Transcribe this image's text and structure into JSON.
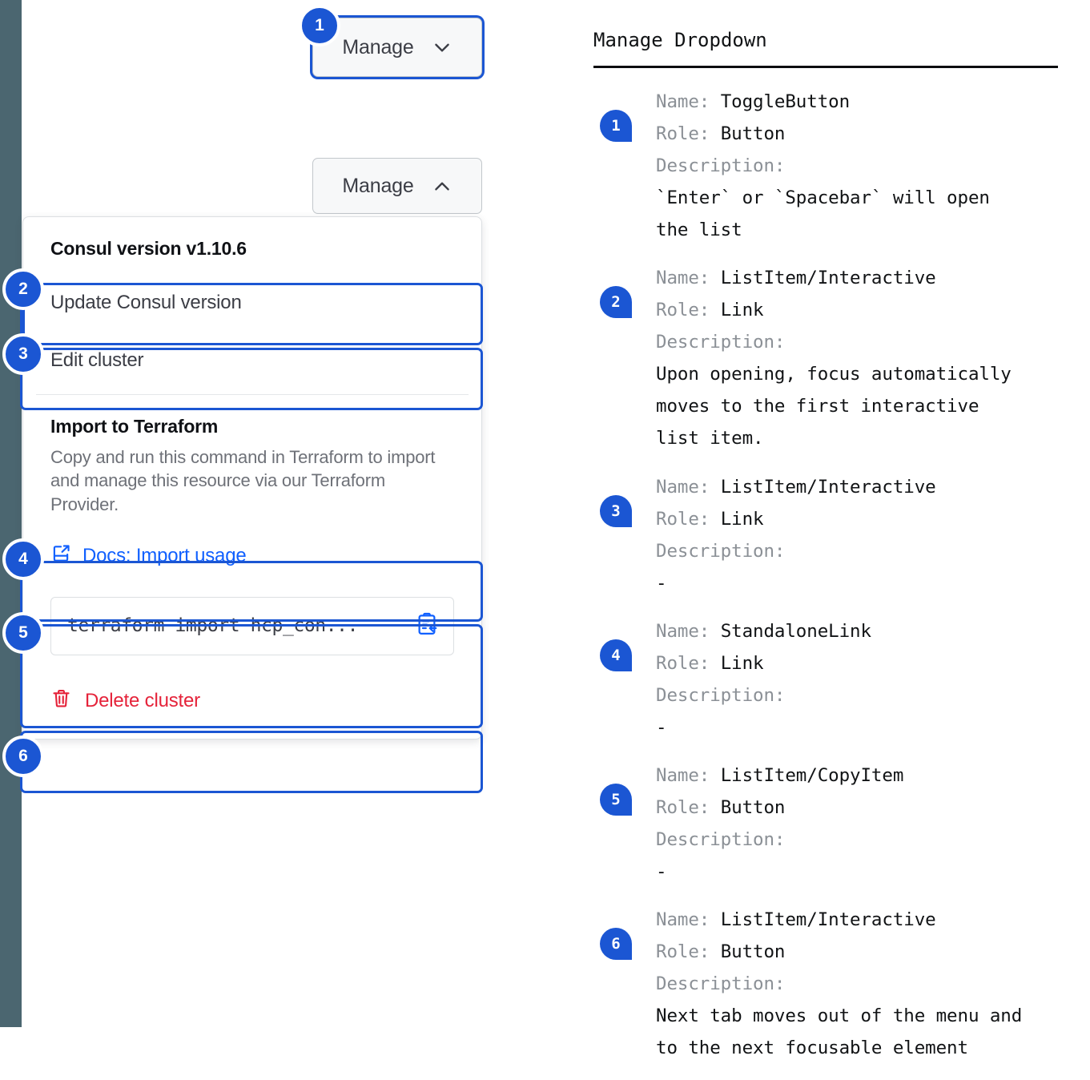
{
  "left_rail": {
    "color": "#4b6670"
  },
  "accent": {
    "blue": "#1b56d3",
    "link_blue": "#1060ff",
    "danger_red": "#e5233a"
  },
  "toggle_buttons": {
    "focused": {
      "label": "Manage",
      "icon": "chevron-down-icon",
      "badge": "1"
    },
    "open": {
      "label": "Manage",
      "icon": "chevron-up-icon"
    }
  },
  "dropdown": {
    "header": "Consul version v1.10.6",
    "items": [
      {
        "badge": "2",
        "label": "Update Consul version"
      },
      {
        "badge": "3",
        "label": "Edit cluster"
      }
    ],
    "terraform": {
      "title": "Import to Terraform",
      "description": "Copy and run this command in Terraform to import and manage this resource via our Terraform Provider.",
      "docs_link": {
        "badge": "4",
        "label": "Docs: Import usage",
        "icon": "docs-external-link-icon"
      },
      "copy_row": {
        "badge": "5",
        "command": "terraform import hcp_con...",
        "icon": "copy-clipboard-icon"
      }
    },
    "delete": {
      "badge": "6",
      "label": "Delete cluster",
      "icon": "trash-icon"
    }
  },
  "annotations": {
    "title": "Manage Dropdown",
    "labels": {
      "name": "Name:",
      "role": "Role:",
      "description": "Description:"
    },
    "entries": [
      {
        "badge": "1",
        "name": "ToggleButton",
        "role": "Button",
        "description": "`Enter` or `Spacebar` will open\nthe list"
      },
      {
        "badge": "2",
        "name": "ListItem/Interactive",
        "role": "Link",
        "description": "Upon opening, focus automatically\nmoves to the first interactive\nlist item."
      },
      {
        "badge": "3",
        "name": "ListItem/Interactive",
        "role": "Link",
        "description": "-"
      },
      {
        "badge": "4",
        "name": "StandaloneLink",
        "role": "Link",
        "description": "-"
      },
      {
        "badge": "5",
        "name": "ListItem/CopyItem",
        "role": "Button",
        "description": "-"
      },
      {
        "badge": "6",
        "name": "ListItem/Interactive",
        "role": "Button",
        "description": "Next tab moves out of the menu and\nto the next focusable element"
      }
    ]
  }
}
